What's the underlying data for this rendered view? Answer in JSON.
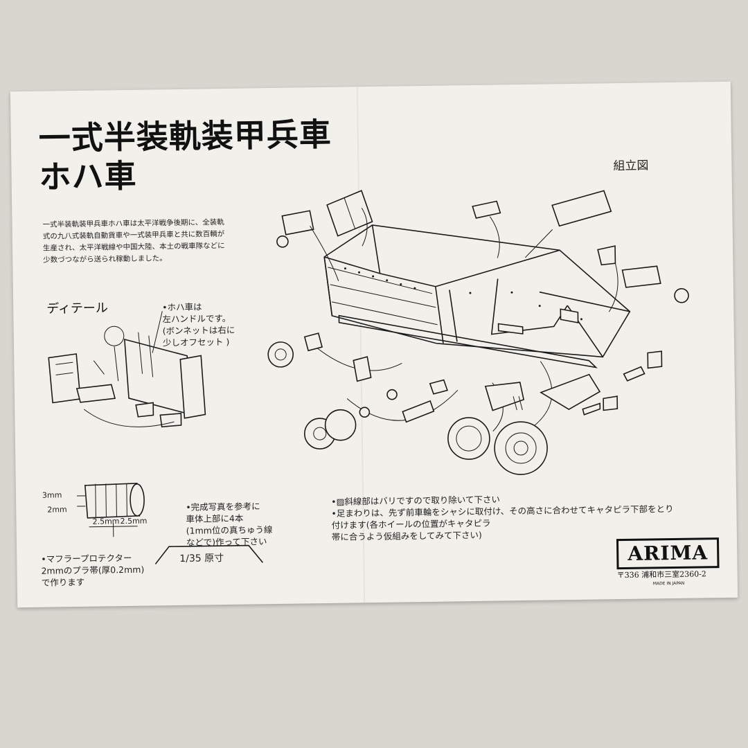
{
  "title_line1": "一式半装軌装甲兵車",
  "title_line2": "ホハ車",
  "assembly_label": "組立図",
  "intro_text": "一式半装軌装甲兵車ホハ車は太平洋戦争後期に、全装軌式の九八式装軌自動貨車や一式装甲兵車と共に数百輌が生産され、太平洋戦線や中国大陸、本土の戦車隊などに少数づつながら送られ稼動しました。",
  "detail_label": "ディテール",
  "note_steering": [
    "•ホハ車は",
    "左ハンドルです。",
    "(ボンネットは右に",
    "少しオフセット )"
  ],
  "dims": {
    "d3": "3mm",
    "d2": "2mm",
    "d25a": "2.5mm",
    "d25b": "2.5mm"
  },
  "note_muffler": [
    "•マフラープロテクター",
    "2mmのプラ帯(厚0.2mm)",
    "で作ります"
  ],
  "note_bar": [
    "•完成写真を参考に",
    "車体上部に4本",
    "(1mm位の真ちゅう線",
    "などで)作って下さい"
  ],
  "scale_text": "1/35 原寸",
  "notes_right": [
    "•▨斜線部はバリですので取り除いて下さい",
    "•足まわりは、先ず前車輪をシャシに取付け、その高さに合わせてキャタピラ下部をとり付けます(各ホイールの位置がキャタピラ",
    "帯に合うよう仮組みをしてみて下さい)"
  ],
  "brand": "ARIMA",
  "address": "〒336 浦和市三室2360-2",
  "made_in": "MADE IN JAPAN"
}
